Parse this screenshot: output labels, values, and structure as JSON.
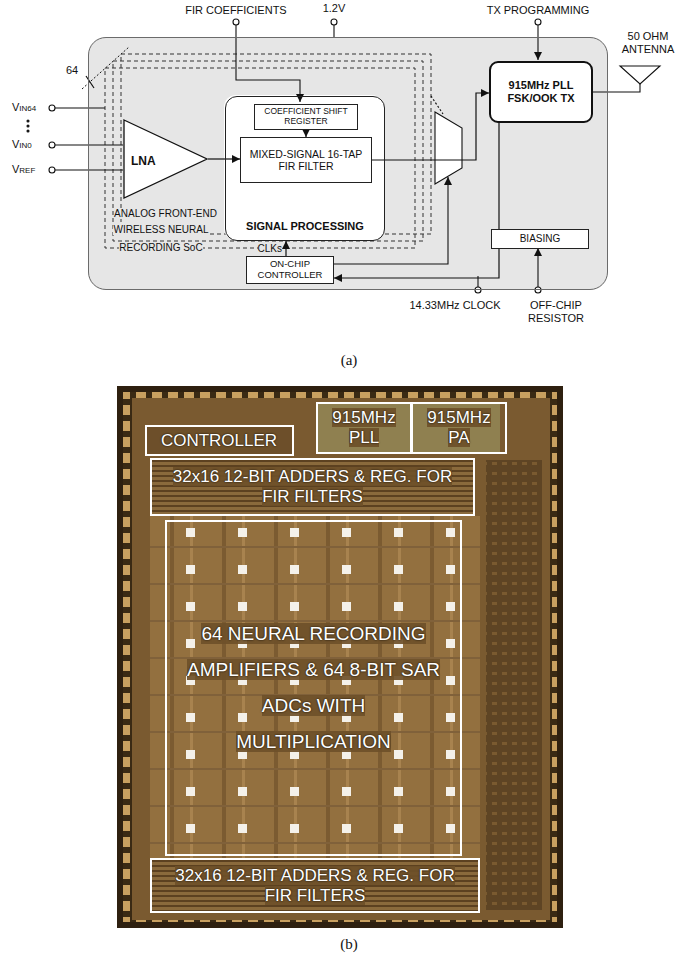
{
  "diagram": {
    "nodes": [
      {
        "text": [
          "WIRELESS NEURAL RECORDING SoC"
        ]
      },
      {
        "text": [
          "LNA",
          "ANALOG FRONT-END"
        ],
        "in": 0
      },
      {
        "text": [
          "SIGNAL PROCESSING"
        ],
        "in": 0
      },
      {
        "text": [
          "COEFFICIENT SHIFT REGISTER"
        ],
        "in": 2
      },
      {
        "text": [
          "MIXED-SIGNAL 16-TAP FIR FILTER"
        ],
        "in": 2
      },
      {
        "text": [
          "915MHz PLL FSK/OOK TX"
        ],
        "in": 0
      },
      {
        "text": [
          "BIASING"
        ],
        "in": 0
      },
      {
        "text": [
          "ON-CHIP CONTROLLER"
        ],
        "in": 0
      },
      {
        "text": [
          "CONTROLLER"
        ]
      },
      {
        "text": [
          "915MHz PLL"
        ]
      },
      {
        "text": [
          "915MHz PA"
        ]
      },
      {
        "text": [
          "32x16 12-BIT ADDERS & REG. FOR FIR FILTERS"
        ]
      },
      {
        "text": [
          "64 NEURAL RECORDING AMPLIFIERS & 64 8-BIT SAR ADCs WITH MULTIPLICATION"
        ]
      },
      {
        "text": [
          "32x16 12-BIT ADDERS & REG. FOR FIR FILTERS"
        ]
      }
    ],
    "edges": [
      {
        "from": 1,
        "to": 4,
        "arrow": "to"
      },
      {
        "from": 3,
        "to": 4,
        "arrow": "to"
      },
      {
        "from": 4,
        "to": 5,
        "arrow": "to"
      },
      {
        "from": 7,
        "to": 2,
        "arrow": "to",
        "label": "CLKs"
      },
      {
        "from": 5,
        "to": 7,
        "arrow": "to"
      }
    ],
    "labels": [
      "FIR COEFFICIENTS",
      "1.2V",
      "TX PROGRAMMING",
      "64",
      "VIN64",
      "VIN0",
      "VREF",
      "50 OHM ANTENNA",
      "14.33MHz CLOCK",
      "OFF-CHIP RESISTOR",
      "(a)",
      "(b)"
    ]
  }
}
